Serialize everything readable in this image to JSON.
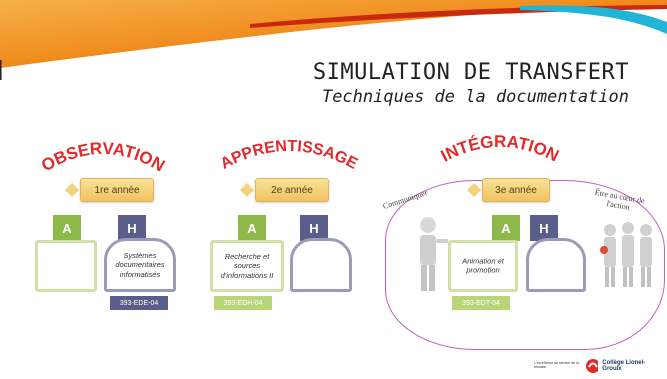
{
  "header": {
    "title": "SIMULATION DE TRANSFERT",
    "subtitle": "Techniques de la documentation"
  },
  "colors": {
    "header_orange": "#f08a1a",
    "header_red": "#e23a1e",
    "cyan_stripe": "#20b4d6",
    "green_a": "#8cb94a",
    "purple_h": "#5a5e8a",
    "arc_red": "#e02b2b",
    "year_badge": "#f2c25f",
    "cloud_border": "#c15fbf"
  },
  "columns": [
    {
      "heading": "OBSERVATION",
      "year": "1re année",
      "tab_a": "A",
      "tab_h": "H",
      "box_h_text": "Systèmes documentaires informatisés",
      "code_label": "393-EDE-04"
    },
    {
      "heading": "APPRENTISSAGE",
      "year": "2e année",
      "tab_a": "A",
      "tab_h": "H",
      "box_a_text": "Recherche et sources d'informations II",
      "code_label": "393-EDH-04"
    },
    {
      "heading": "INTÉGRATION",
      "year": "3e année",
      "tab_a": "A",
      "tab_h": "H",
      "box_a_text": "Animation et promotion",
      "code_label": "393-EDT-04",
      "left_caption": "Communiquer",
      "right_caption": "Être au cœur de l'action"
    }
  ],
  "footer": {
    "logo_text": "Collège Lionel-Groulx",
    "tagline": "L'excellence au service de la réussite"
  }
}
